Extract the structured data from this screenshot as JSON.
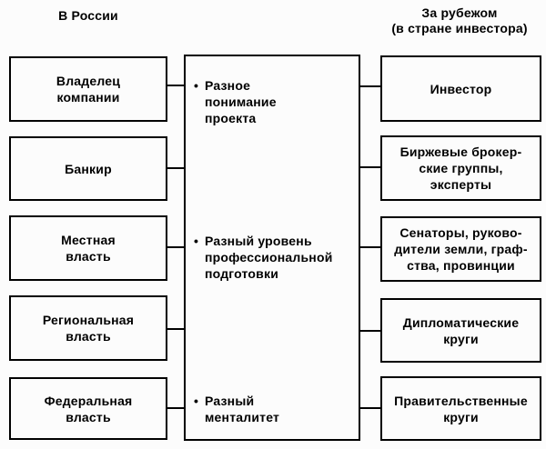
{
  "title_headers": {
    "left": "В России",
    "right_lines": [
      "За рубежом",
      "(в стране инвестора)"
    ]
  },
  "left_column": {
    "boxes": [
      {
        "id": "company-owner",
        "lines": [
          "Владелец",
          "компании"
        ]
      },
      {
        "id": "banker",
        "lines": [
          "Банкир"
        ]
      },
      {
        "id": "local-authority",
        "lines": [
          "Местная",
          "власть"
        ]
      },
      {
        "id": "regional-authority",
        "lines": [
          "Региональная",
          "власть"
        ]
      },
      {
        "id": "federal-authority",
        "lines": [
          "Федеральная",
          "власть"
        ]
      }
    ]
  },
  "center_box": {
    "bullet_char": "•",
    "bullets": [
      {
        "lines": [
          "Разное",
          "понимание",
          "проекта"
        ]
      },
      {
        "lines": [
          "Разный уровень",
          "профессиональной",
          "подготовки"
        ]
      },
      {
        "lines": [
          "Разный",
          "менталитет"
        ]
      }
    ]
  },
  "right_column": {
    "boxes": [
      {
        "id": "investor",
        "lines": [
          "Инвестор"
        ]
      },
      {
        "id": "broker-groups",
        "lines": [
          "Биржевые брокер-",
          "ские группы,",
          "эксперты"
        ]
      },
      {
        "id": "senators",
        "lines": [
          "Сенаторы, руково-",
          "дители земли, граф-",
          "ства, провинции"
        ]
      },
      {
        "id": "diplomatic-circles",
        "lines": [
          "Дипломатические",
          "круги"
        ]
      },
      {
        "id": "government-circles",
        "lines": [
          "Правительственные",
          "круги"
        ]
      }
    ]
  },
  "colors": {
    "line": "#000000",
    "text": "#000000",
    "background": "#fcfcfc"
  }
}
